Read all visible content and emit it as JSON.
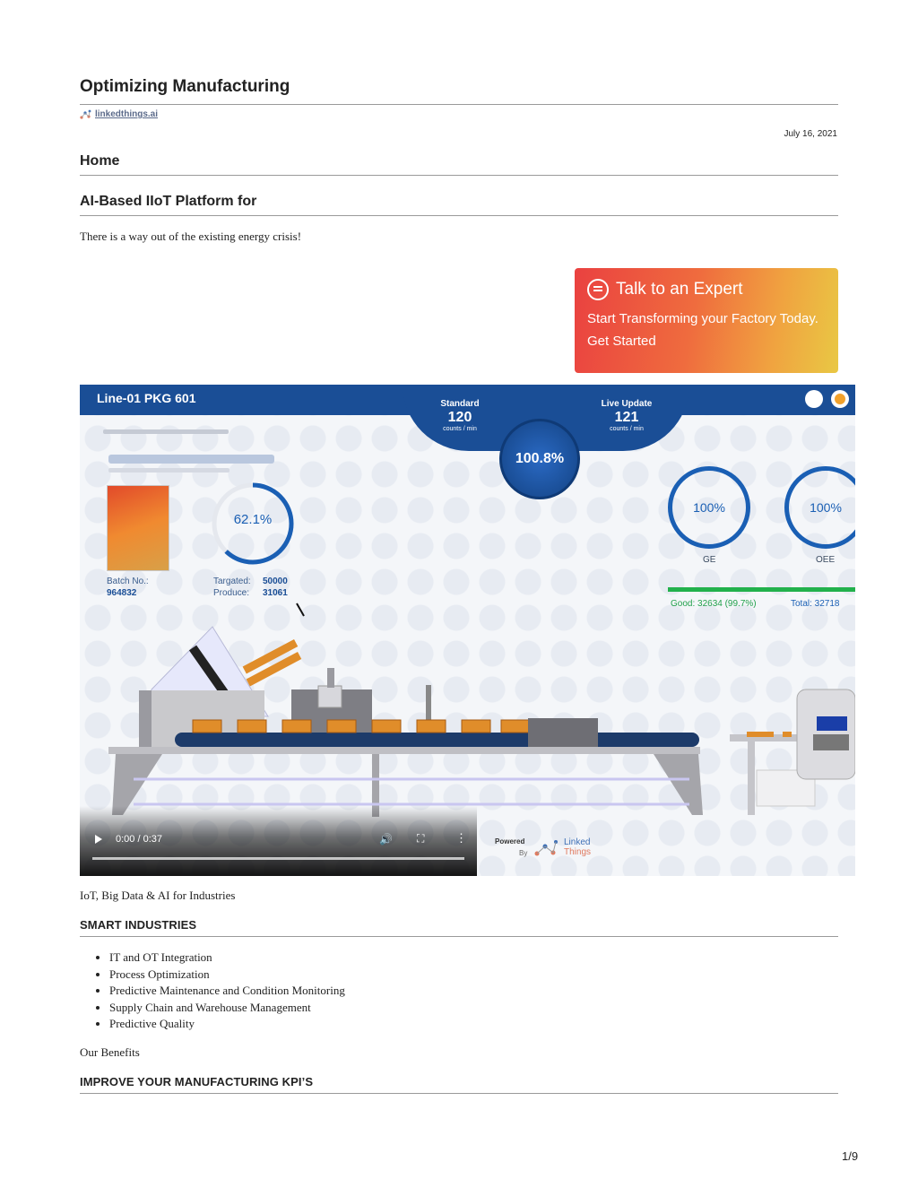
{
  "header": {
    "title": "Optimizing Manufacturing",
    "source_link": "linkedthings.ai",
    "date": "July 16, 2021"
  },
  "nav": {
    "home": "Home"
  },
  "section1": {
    "heading": "AI-Based IIoT Platform for",
    "intro": "There is a way out of the existing energy crisis!"
  },
  "cta": {
    "title": "Talk to an Expert",
    "line2": "Start Transforming your Factory Today.",
    "line3": "Get Started",
    "gradient": [
      "#ea4140",
      "#f0a240",
      "#e9c844"
    ]
  },
  "video": {
    "line_title": "Line-01 PKG 601",
    "standard": {
      "label": "Standard",
      "value": "120",
      "unit": "counts / min"
    },
    "live": {
      "label": "Live Update",
      "value": "121",
      "unit": "counts / min"
    },
    "rate": "100.8%",
    "progress_pct": "62.1%",
    "progress_fraction": 0.621,
    "batch_label": "Batch No.:",
    "batch_value": "964832",
    "targeted_label": "Targated:",
    "targeted_value": "50000",
    "produce_label": "Produce:",
    "produce_value": "31061",
    "ge": {
      "value": "100%",
      "label": "GE"
    },
    "oee": {
      "value": "100%",
      "label": "OEE"
    },
    "good": "Good: 32634 (99.7%)",
    "total": "Total: 32718",
    "powered": "Powered",
    "by": "By",
    "brand1": "Linked",
    "brand2": "Things",
    "time": "0:00 / 0:37",
    "accent": "#1a4e96"
  },
  "section2": {
    "caption": "IoT, Big Data & AI for Industries",
    "heading": "SMART INDUSTRIES",
    "items": [
      "IT and OT Integration",
      "Process Optimization",
      "Predictive Maintenance and Condition Monitoring",
      "Supply Chain and Warehouse Management",
      "Predictive Quality"
    ]
  },
  "section3": {
    "caption": "Our Benefits",
    "heading": "IMPROVE YOUR MANUFACTURING KPI’S"
  },
  "footer": {
    "page": "1/9"
  }
}
